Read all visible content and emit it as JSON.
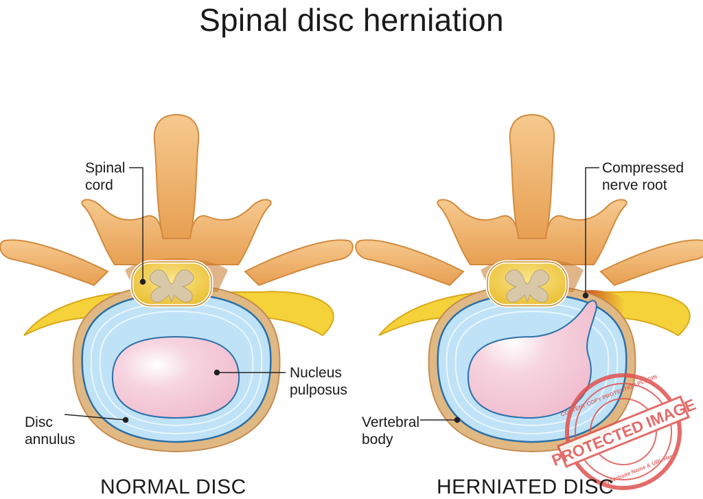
{
  "title": "Spinal disc herniation",
  "normal": {
    "caption": "NORMAL DISC",
    "labels": {
      "spinal_cord": "Spinal\ncord",
      "nucleus": "Nucleus\npulposus",
      "annulus": "Disc\nannulus"
    }
  },
  "herniated": {
    "caption": "HERNIATED DISC",
    "labels": {
      "nerve_root": "Compressed\nnerve root",
      "vertebral_body": "Vertebral\nbody"
    }
  },
  "watermark": {
    "text": "PROTECTED IMAGE",
    "ring_top": "CONTENT COPY PROTECTION PLUGIN",
    "ring_bottom": "My Website Name & URL Here"
  },
  "colors": {
    "bone": "#f0b470",
    "bone_dark": "#d88c3c",
    "bone_light": "#f8d4a0",
    "nerve_yellow": "#f5d23a",
    "annulus_blue": "#b8dff5",
    "nucleus_pink": "#f4c6d6",
    "inflamed_red": "#d61f1f",
    "stamp_red": "#e0524f"
  }
}
